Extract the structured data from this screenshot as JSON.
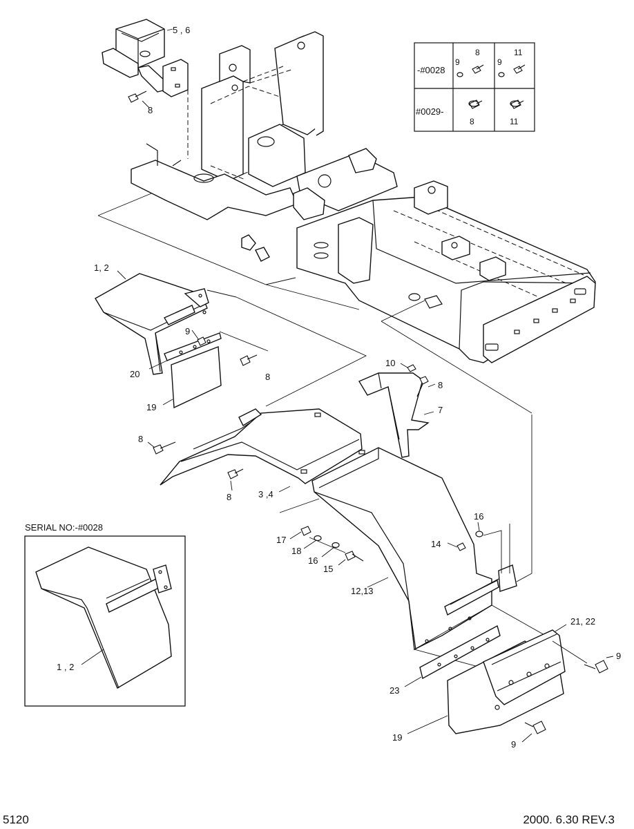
{
  "labels": {
    "p56": "5 , 6",
    "p8_top": "8",
    "p12": "1, 2",
    "p9_left": "9",
    "p8_left": "8",
    "p20": "20",
    "p19_left": "19",
    "p10": "10",
    "p8_right": "8",
    "p7": "7",
    "p8_mid": "8",
    "p8_lower": "8",
    "p34": "3 ,4",
    "p16_right": "16",
    "p14": "14",
    "p17": "17",
    "p18": "18",
    "p16_mid": "16",
    "p15": "15",
    "p1213": "12,13",
    "p2122": "21, 22",
    "p9_right": "9",
    "p23": "23",
    "p19_right": "19",
    "p9_bottom": "9",
    "inset_12": "1 , 2"
  },
  "serial_table": {
    "rows": [
      {
        "serial": "-#0028",
        "c1_a": "9",
        "c1_b": "8",
        "c2_a": "9",
        "c2_b": "11"
      },
      {
        "serial": "#0029-",
        "c1_b": "8",
        "c2_b": "11"
      }
    ]
  },
  "inset": {
    "caption": "SERIAL NO:-#0028"
  },
  "footer": {
    "page": "5120",
    "revision": "2000. 6.30  REV.3"
  }
}
